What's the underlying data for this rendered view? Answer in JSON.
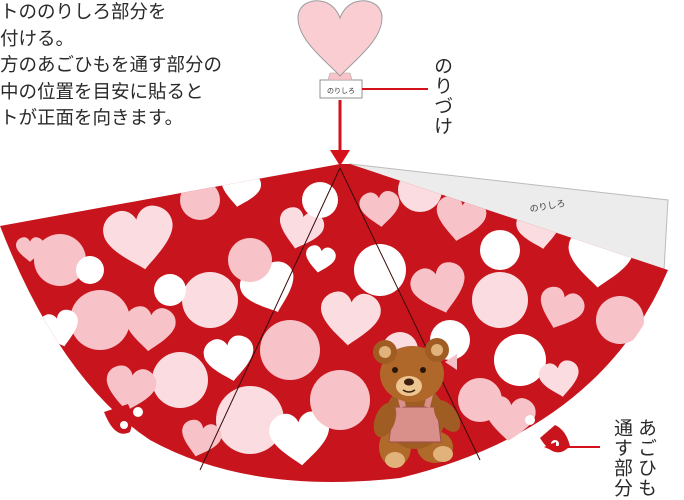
{
  "instructions": {
    "lines": [
      "トののりしろ部分を",
      "付ける。",
      "方のあごひもを通す部分の",
      "中の位置を目安に貼ると",
      "トが正面を向きます。"
    ]
  },
  "glue_tab_label": "のりしろ",
  "side_flap_label": "のりしろ",
  "glue_here_label": "のりづけ",
  "strap_hole_label_lines": [
    "あごひも",
    "通す部分"
  ],
  "colors": {
    "base": "#c8141c",
    "heart_pink": "#f7c2c8",
    "heart_light": "#fbdde1",
    "flap_gray": "#ececec",
    "arrow": "#d4101a"
  },
  "decorations": [
    "heart-pattern",
    "teddy-bear"
  ]
}
